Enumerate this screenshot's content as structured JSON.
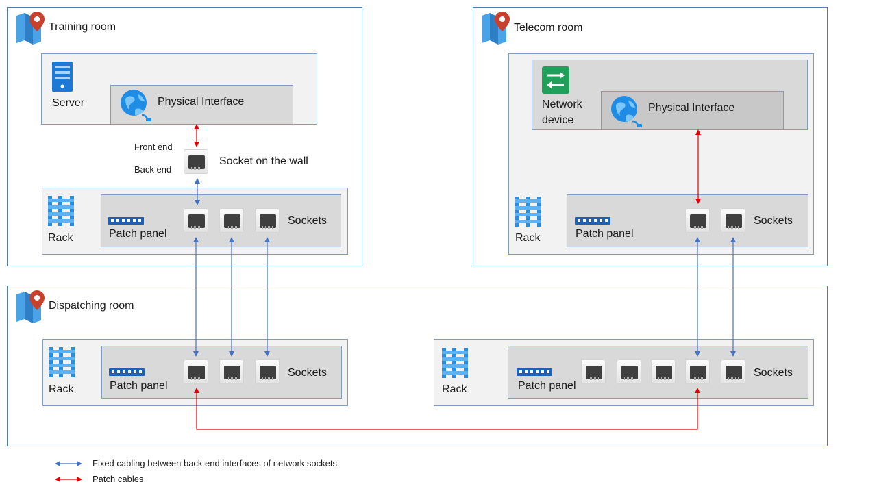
{
  "rooms": {
    "training": {
      "title": "Training room"
    },
    "telecom": {
      "title": "Telecom room"
    },
    "dispatching": {
      "title": "Dispatching room"
    }
  },
  "labels": {
    "server": "Server",
    "physical_interface": "Physical Interface",
    "network_device_line1": "Network",
    "network_device_line2": "device",
    "front_end": "Front end",
    "back_end": "Back end",
    "socket_on_wall": "Socket on the  wall",
    "rack": "Rack",
    "patch_panel": "Patch panel",
    "sockets": "Sockets"
  },
  "legend": {
    "fixed_cabling": "Fixed cabling between back end interfaces of network  sockets",
    "patch_cables": "Patch cables"
  },
  "colors": {
    "fixed_cabling": "#4472c4",
    "patch_cable": "#e00000",
    "room_border": "#4f7fb8"
  },
  "icons": {
    "location": "map-pin-icon",
    "server": "server-icon",
    "globe": "globe-network-icon",
    "rack": "rack-icon",
    "patch_panel": "patch-panel-icon",
    "switch": "network-switch-icon",
    "socket": "rj45-socket-icon"
  }
}
